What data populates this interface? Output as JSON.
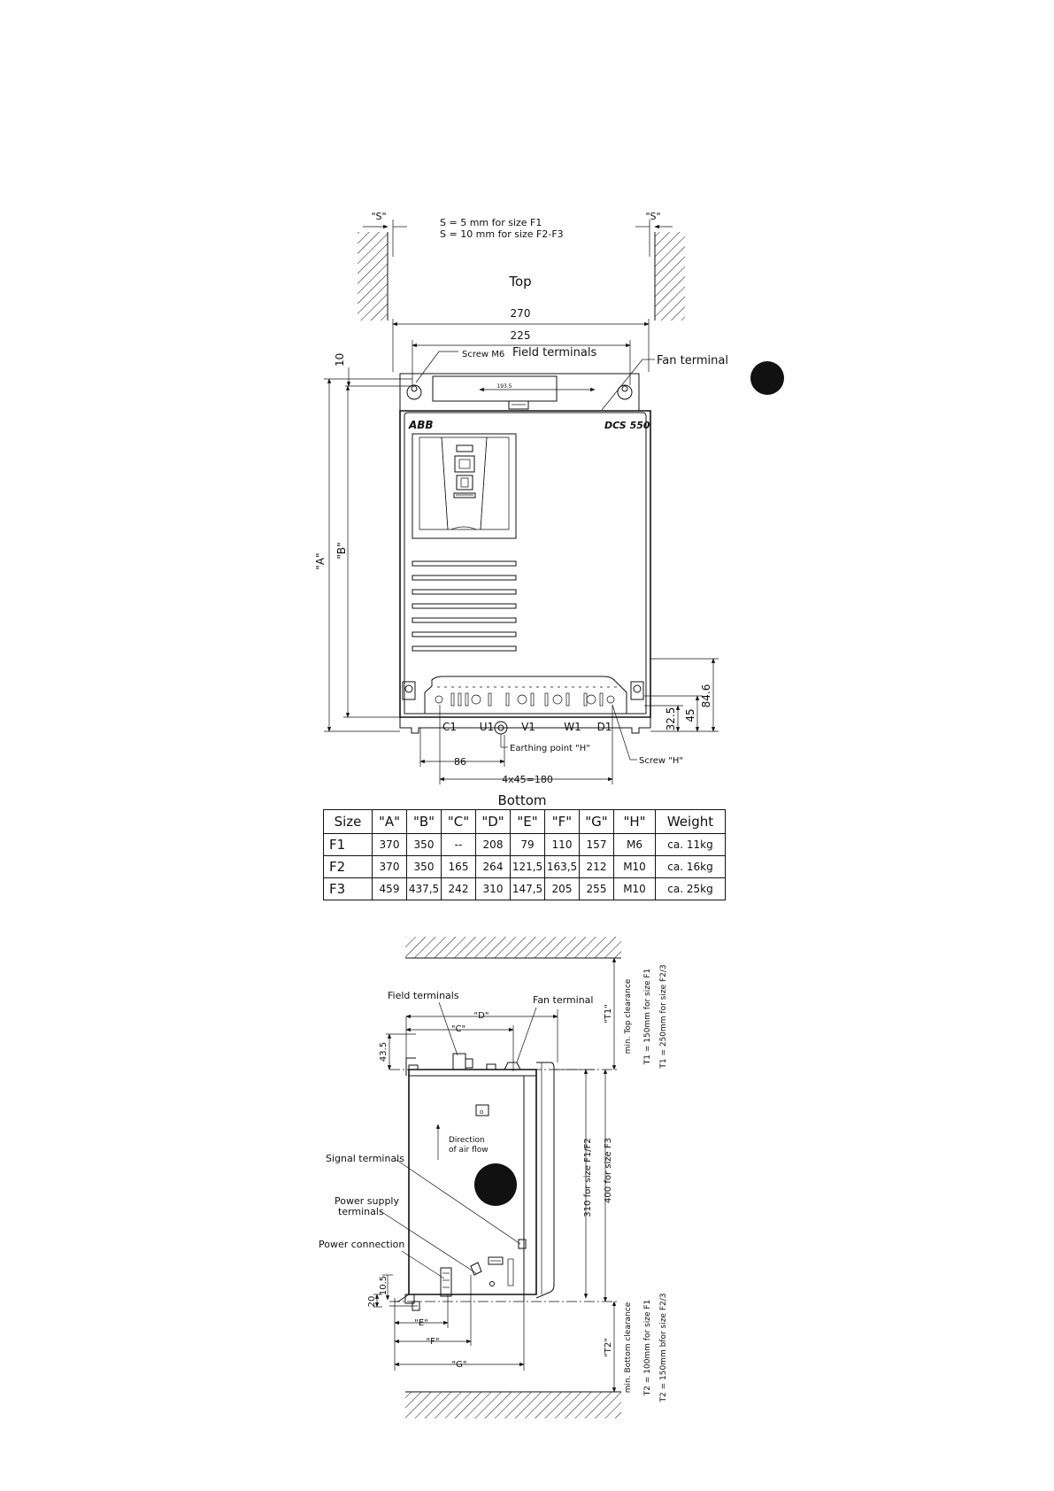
{
  "top_view": {
    "s_label_left": "\"S\"",
    "s_label_right": "\"S\"",
    "s_note_1": "S =  5 mm for size F1",
    "s_note_2": "S = 10 mm for size F2-F3",
    "top_label": "Top",
    "bottom_label": "Bottom",
    "dim_270": "270",
    "dim_225": "225",
    "dim_193_5": "193.5",
    "dim_10": "10",
    "screw_m6": "Screw M6",
    "field_terminals": "Field terminals",
    "fan_terminal": "Fan terminal",
    "dim_a": "\"A\"",
    "dim_b": "\"B\"",
    "brand": "ABB",
    "model": "DCS 550",
    "terminals": [
      "C1",
      "U1",
      "V1",
      "W1",
      "D1"
    ],
    "earthing_point": "Earthing point \"H\"",
    "screw_h": "Screw \"H\"",
    "dim_86": "86",
    "dim_4x45": "4x45=180",
    "dim_32_5": "32.5",
    "dim_45": "45",
    "dim_84_6": "84.6"
  },
  "table": {
    "headers": [
      "Size",
      "\"A\"",
      "\"B\"",
      "\"C\"",
      "\"D\"",
      "\"E\"",
      "\"F\"",
      "\"G\"",
      "\"H\"",
      "Weight"
    ],
    "rows": [
      [
        "F1",
        "370",
        "350",
        "--",
        "208",
        "79",
        "110",
        "157",
        "M6",
        "ca. 11kg"
      ],
      [
        "F2",
        "370",
        "350",
        "165",
        "264",
        "121,5",
        "163,5",
        "212",
        "M10",
        "ca. 16kg"
      ],
      [
        "F3",
        "459",
        "437,5",
        "242",
        "310",
        "147,5",
        "205",
        "255",
        "M10",
        "ca. 25kg"
      ]
    ]
  },
  "side_view": {
    "field_terminals": "Field terminals",
    "fan_terminal": "Fan terminal",
    "dim_d": "\"D\"",
    "dim_c": "\"C\"",
    "dim_43_5": "43.5",
    "dim_t1": "\"T1\"",
    "top_clearance": "min. Top clearance",
    "t1_f1": "T1  =  150mm  for  size  F1",
    "t1_f23": "T1  =  250mm  for  size  F2/3",
    "direction_1": "Direction",
    "direction_2": "of air flow",
    "signal_terminals": "Signal terminals",
    "power_supply_1": "Power supply",
    "power_supply_2": "terminals",
    "power_connection": "Power connection",
    "dim_310": "310 for size F1/F2",
    "dim_400": "400 for size F3",
    "dim_10_5": "10.5",
    "dim_20": "20",
    "dim_e": "\"E\"",
    "dim_f": "\"F\"",
    "dim_g": "\"G\"",
    "dim_t2": "\"T2\"",
    "bottom_clearance": "min. Bottom clearance",
    "t2_f1": "T2  =  100mm  for  size  F1",
    "t2_f23": "T2  =  150mm  bfor  size  F2/3"
  }
}
